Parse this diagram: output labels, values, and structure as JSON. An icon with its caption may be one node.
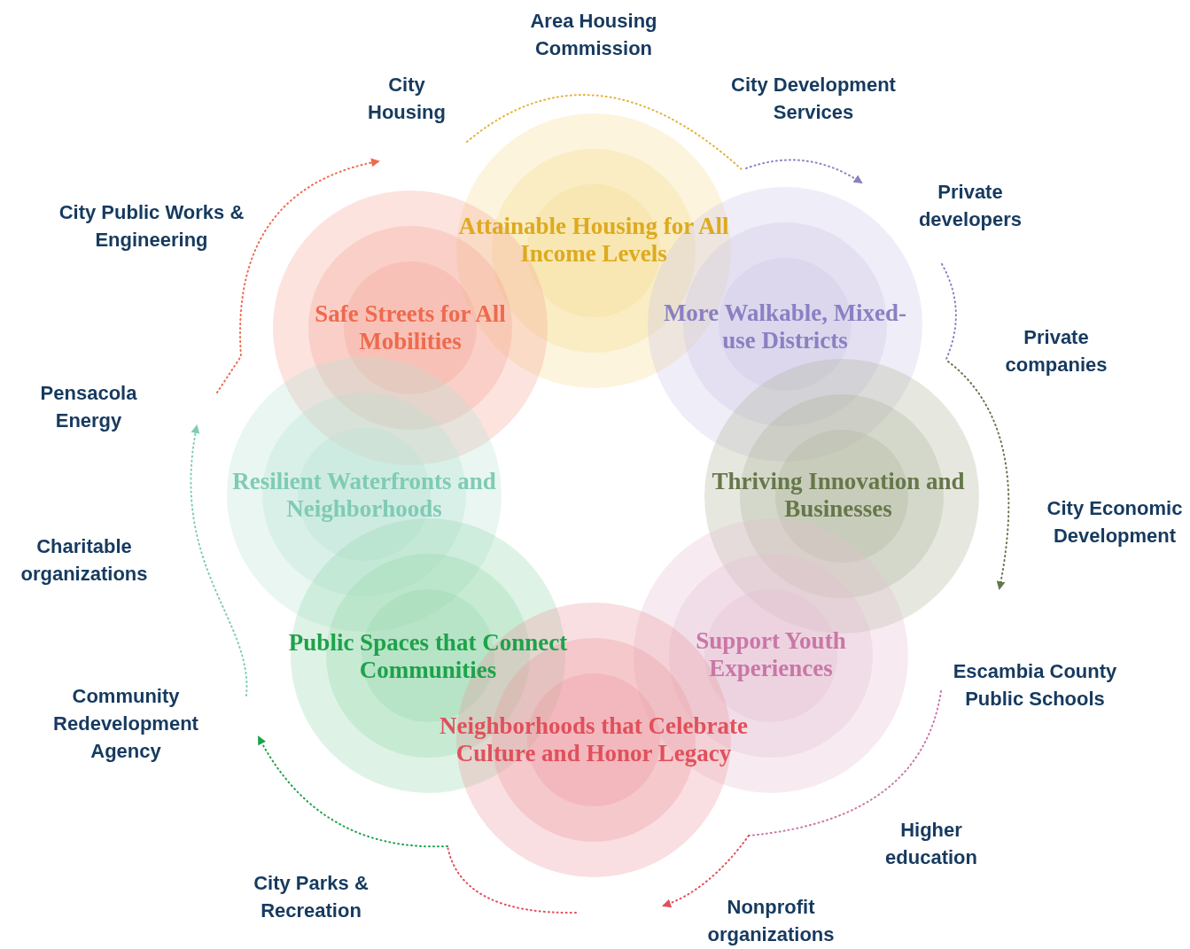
{
  "diagram": {
    "nodes": [
      {
        "text": [
          "Attainable Housing for All Income Levels"
        ]
      },
      {
        "text": [
          "Safe Streets for All Mobilities"
        ]
      },
      {
        "text": [
          "More Walkable, Mixed-use Districts"
        ]
      },
      {
        "text": [
          "Resilient Waterfronts and Neighborhoods"
        ]
      },
      {
        "text": [
          "Thriving Innovation and Businesses"
        ]
      },
      {
        "text": [
          "Public Spaces that Connect Communities"
        ]
      },
      {
        "text": [
          "Support Youth Experiences"
        ]
      },
      {
        "text": [
          "Neighborhoods that Celebrate Culture and Honor Legacy"
        ]
      }
    ],
    "labels": [
      "Area Housing Commission",
      "City Housing",
      "City Development Services",
      "City Public Works & Engineering",
      "Private developers",
      "Private companies",
      "Pensacola Energy",
      "City Economic Development",
      "Charitable organizations",
      "Escambia County Public Schools",
      "Community Redevelopment Agency",
      "Higher education",
      "City Parks & Recreation",
      "Nonprofit organizations"
    ]
  }
}
